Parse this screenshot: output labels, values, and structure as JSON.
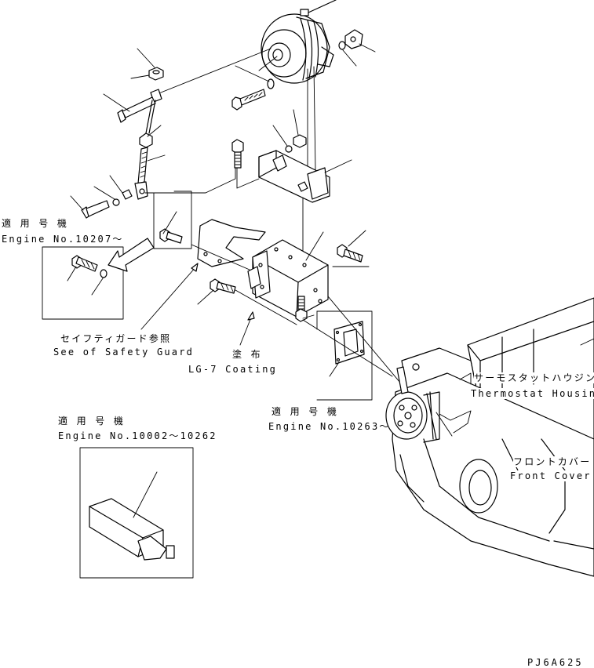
{
  "labels": {
    "engine_no_10207": {
      "jp": "適 用 号 機",
      "en": "Engine No.10207～"
    },
    "safety_guard": {
      "jp": "セイフティガード参照",
      "en": "See of Safety Guard"
    },
    "coating": {
      "jp": "塗 布",
      "en": "LG-7 Coating"
    },
    "engine_no_10263": {
      "jp": "適 用 号 機",
      "en": "Engine No.10263～"
    },
    "engine_no_10002": {
      "jp": "適 用 号 機",
      "en": "Engine No.10002～10262"
    },
    "thermostat": {
      "jp": "サーモスタットハウジング",
      "en": "Thermostat Housing"
    },
    "front_cover": {
      "jp": "フロントカバー",
      "en": "Front Cover"
    },
    "drawing_code": "PJ6A625"
  }
}
